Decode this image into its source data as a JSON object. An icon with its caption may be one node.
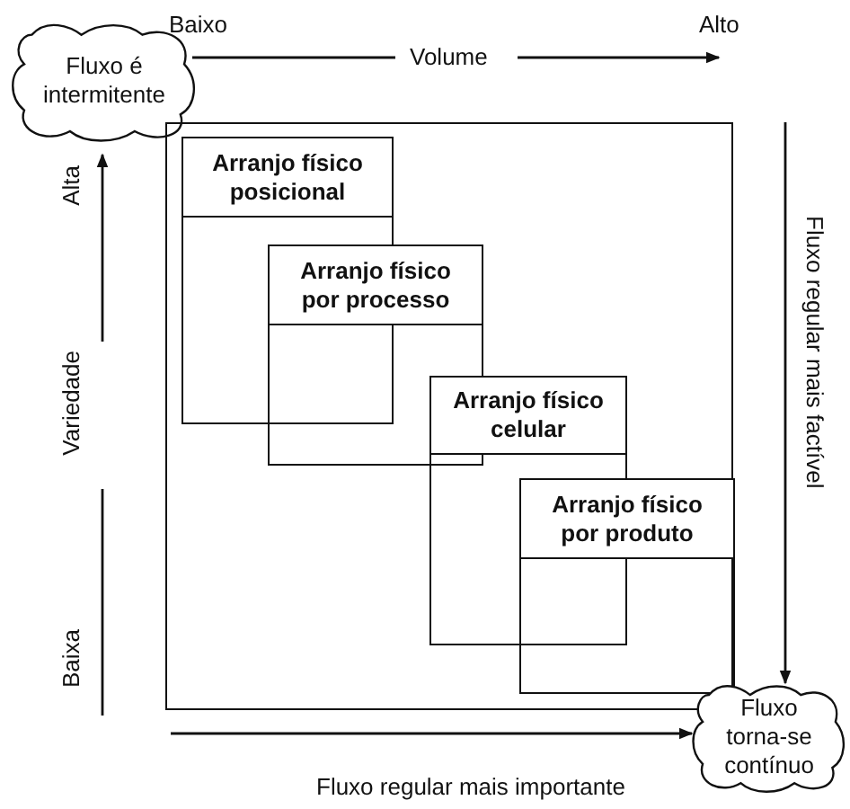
{
  "diagram": {
    "nodes": [
      {
        "text": [
          "Fluxo é intermitente"
        ]
      },
      {
        "text": [],
        "shape": "box"
      },
      {
        "text": [
          "Arranjo físico posicional"
        ],
        "in": 1
      },
      {
        "text": [
          "Arranjo físico por processo"
        ],
        "in": 1
      },
      {
        "text": [
          "Arranjo físico celular"
        ],
        "in": 1
      },
      {
        "text": [
          "Arranjo físico por produto"
        ],
        "in": 1
      },
      {
        "text": [
          "Fluxo torna-se contínuo"
        ]
      }
    ],
    "edges": [
      {
        "from": null,
        "to": 6,
        "arrow": "to",
        "label": "Fluxo regular mais factível"
      },
      {
        "from": null,
        "to": 6,
        "arrow": "to",
        "label": "Fluxo regular mais importante"
      }
    ],
    "labels": [
      "Baixo",
      "Volume",
      "Alto",
      "Alta",
      "Variedade",
      "Baixa"
    ]
  }
}
